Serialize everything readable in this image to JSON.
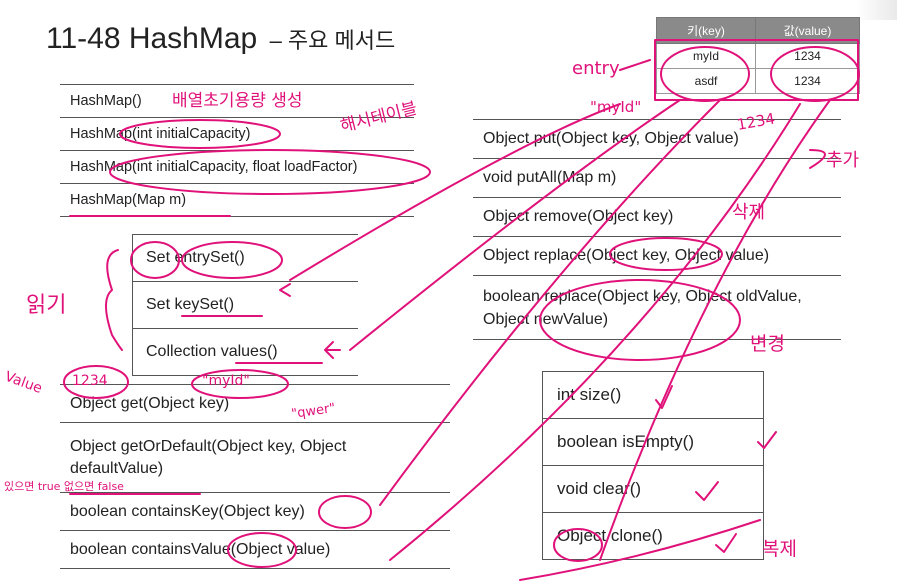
{
  "title": {
    "main": "11-48 HashMap",
    "sub": "– 주요 메서드"
  },
  "kv_table": {
    "headers": [
      "키(key)",
      "값(value)"
    ],
    "rows": [
      {
        "key": "myId",
        "value": "1234"
      },
      {
        "key": "asdf",
        "value": "1234"
      }
    ]
  },
  "constructors": [
    "HashMap()",
    "HashMap(int initialCapacity)",
    "HashMap(int initialCapacity, float loadFactor)",
    "HashMap(Map m)"
  ],
  "views": [
    "Set entrySet()",
    "Set keySet()",
    "Collection values()"
  ],
  "modify_methods": [
    "Object put(Object key, Object value)",
    "void putAll(Map m)",
    "Object remove(Object key)",
    "Object replace(Object key, Object value)",
    "boolean replace(Object key, Object oldValue, Object newValue)"
  ],
  "get_methods": [
    "Object get(Object key)",
    "Object getOrDefault(Object key, Object defaultValue)",
    "boolean containsKey(Object key)",
    "boolean containsValue(Object value)"
  ],
  "misc_methods": [
    "int size()",
    "boolean isEmpty()",
    "void clear()",
    "Object clone()"
  ],
  "annotations": {
    "entry": "entry",
    "array_capacity": "배열초기용량 생성",
    "hash_table": "해시테이블",
    "myid_quote": "\"myId\"",
    "n1234_top": "1234",
    "add": "추가",
    "delete": "삭제",
    "change": "변경",
    "read": "읽기",
    "value": "Value",
    "n1234_left": "1234",
    "myid_get": "\"myId\"",
    "qwer": "\"qwer\"",
    "true_false": "있으면 true 없으면 false",
    "copy": "복제"
  },
  "colors": {
    "ink": "#e0127a",
    "header_bg": "#8a8a8a",
    "text": "#222222"
  }
}
